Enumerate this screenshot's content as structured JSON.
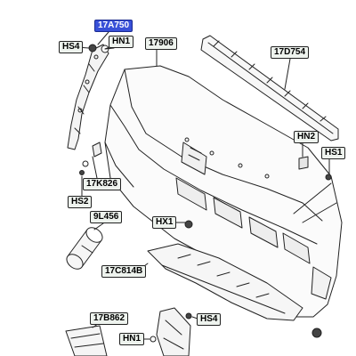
{
  "diagram": {
    "selected_part": "17A750",
    "labels": {
      "l17A750": "17A750",
      "hs4_top": "HS4",
      "hn1_top": "HN1",
      "l17906": "17906",
      "l17D754": "17D754",
      "hn2": "HN2",
      "hs1": "HS1",
      "l17K826": "17K826",
      "hs2": "HS2",
      "l9L456": "9L456",
      "hx1": "HX1",
      "l17C814B": "17C814B",
      "l17B862": "17B862",
      "hs4_bottom": "HS4",
      "hn1_bottom": "HN1"
    },
    "colors": {
      "selected_label_bg": "#3850d8",
      "label_bg": "#eef3ee",
      "line": "#222222"
    }
  }
}
